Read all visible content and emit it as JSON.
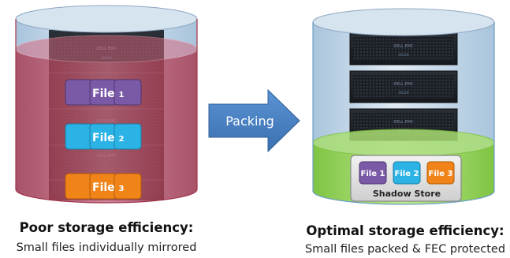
{
  "left": {
    "files": [
      {
        "name": "File",
        "sub": "1",
        "color": "#7a5aa6"
      },
      {
        "name": "File",
        "sub": "2",
        "color": "#2bb3e6"
      },
      {
        "name": "File",
        "sub": "3",
        "color": "#f08419"
      }
    ],
    "fill_color": "#b8384f",
    "caption_title": "Poor storage efficiency",
    "caption_sub": "Small files individually mirrored"
  },
  "arrow": {
    "label": "Packing",
    "color": "#4b84c6"
  },
  "right": {
    "files": [
      {
        "name": "File 1",
        "color": "#7a5aa6"
      },
      {
        "name": "File 2",
        "color": "#2bb3e6"
      },
      {
        "name": "File 3",
        "color": "#f08419"
      }
    ],
    "fill_color": "#8fd04a",
    "shadow_store_label": "Shadow Store",
    "caption_title": "Optimal storage efficiency",
    "caption_sub": "Small files packed & FEC protected"
  },
  "device": {
    "brand": "DELL EMC",
    "model": "ISILON"
  }
}
